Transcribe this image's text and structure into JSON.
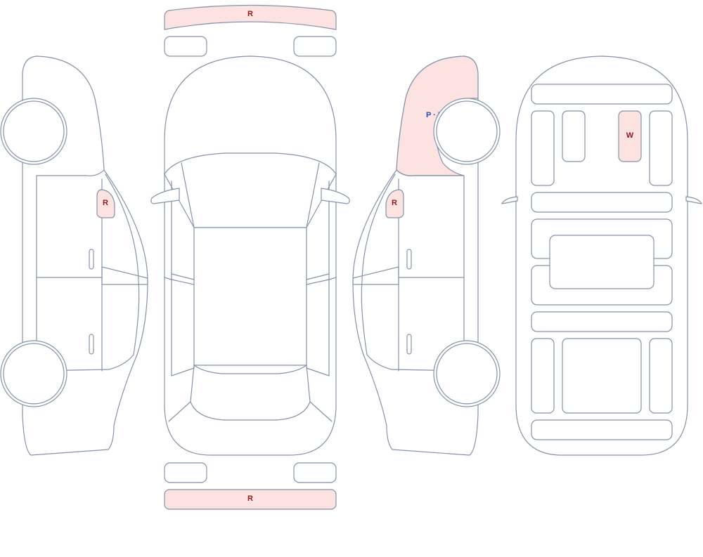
{
  "colors": {
    "outline": "#8593a8",
    "damage_fill": "#fde2e2",
    "damage_text": "#8b1a1a",
    "note_text": "#1f4fbf"
  },
  "markers": {
    "front_bumper": "R",
    "rear_bumper": "R",
    "left_mirror": "R",
    "right_mirror": "R",
    "underbody_panel": "W",
    "right_front_fender": "P · M"
  }
}
